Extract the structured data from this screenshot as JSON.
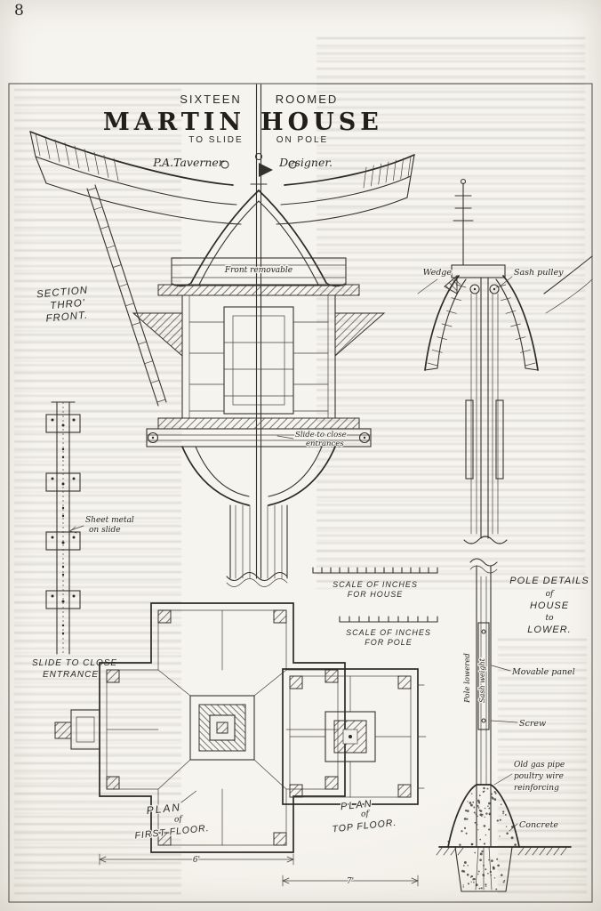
{
  "page": {
    "number": "8"
  },
  "header": {
    "top_left": "SIXTEEN",
    "top_right": "ROOMED",
    "title_left": "MARTIN",
    "title_right": "HOUSE",
    "sub_left": "TO SLIDE",
    "sub_right": "ON POLE",
    "designer_name": "P.A.Taverner",
    "designer_role": "Designer."
  },
  "section_view": {
    "caption": [
      "SECTION",
      "THRO'",
      "FRONT."
    ],
    "front_removable": "Front removable",
    "slide_note": [
      "Slide to close",
      "entrances"
    ]
  },
  "hoist_view": {
    "wedge": "Wedge",
    "sash_pulley": "Sash pulley"
  },
  "slide_detail": {
    "note": [
      "Sheet metal",
      "on slide"
    ],
    "caption": [
      "SLIDE TO CLOSE",
      "ENTRANCE."
    ]
  },
  "scales": {
    "house": [
      "SCALE OF INCHES",
      "FOR HOUSE"
    ],
    "pole": [
      "SCALE OF INCHES",
      "FOR POLE"
    ]
  },
  "plans": {
    "first_floor": [
      "PLAN",
      "of",
      "FIRST FLOOR."
    ],
    "top_floor": [
      "PLAN",
      "of",
      "TOP FLOOR."
    ],
    "dim_first": "6'",
    "dim_top": "7'"
  },
  "pole_detail": {
    "caption": [
      "POLE DETAILS",
      "of",
      "HOUSE",
      "to",
      "LOWER."
    ],
    "pole_lowered": "Pole lowered",
    "sash_weight": "Sash weight",
    "movable_panel": "Movable panel",
    "screw": "Screw",
    "reinforcing": [
      "Old gas pipe",
      "poultry wire",
      "reinforcing"
    ],
    "concrete": "Concrete"
  }
}
